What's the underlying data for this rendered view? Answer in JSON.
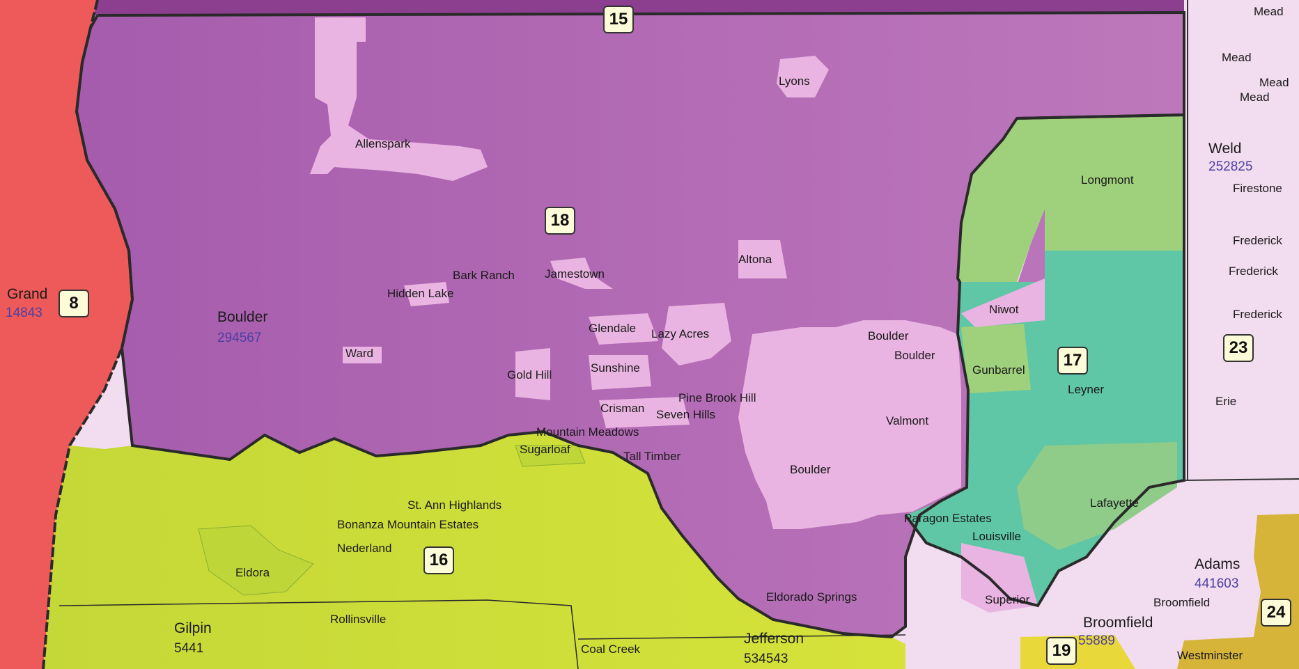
{
  "districts": [
    {
      "id": "d15",
      "num": "15"
    },
    {
      "id": "d18",
      "num": "18"
    },
    {
      "id": "d8",
      "num": "8"
    },
    {
      "id": "d17",
      "num": "17"
    },
    {
      "id": "d23",
      "num": "23"
    },
    {
      "id": "d16",
      "num": "16"
    },
    {
      "id": "d24",
      "num": "24"
    },
    {
      "id": "d19",
      "num": "19"
    }
  ],
  "counties": [
    {
      "id": "grand",
      "name": "Grand",
      "population": "14843"
    },
    {
      "id": "boulder",
      "name": "Boulder",
      "population": "294567"
    },
    {
      "id": "weld",
      "name": "Weld",
      "population": "252825"
    },
    {
      "id": "adams",
      "name": "Adams",
      "population": "441603"
    },
    {
      "id": "broomfield",
      "name": "Broomfield",
      "population": "55889"
    },
    {
      "id": "gilpin",
      "name": "Gilpin",
      "population": "5441"
    },
    {
      "id": "jefferson",
      "name": "Jefferson",
      "population": "534543"
    }
  ],
  "places": [
    "Mead",
    "Mead",
    "Mead",
    "Mead",
    "Lyons",
    "Allenspark",
    "Firestone",
    "Longmont",
    "Frederick",
    "Frederick",
    "Frederick",
    "Altona",
    "Bark Ranch",
    "Jamestown",
    "Hidden Lake",
    "Niwot",
    "Glendale",
    "Lazy Acres",
    "Boulder",
    "Boulder",
    "Ward",
    "Gunbarrel",
    "Leyner",
    "Gold Hill",
    "Sunshine",
    "Pine Brook Hill",
    "Erie",
    "Crisman",
    "Seven Hills",
    "Valmont",
    "Mountain Meadows",
    "Sugarloaf",
    "Tall Timber",
    "Boulder",
    "St. Ann Highlands",
    "Lafayette",
    "Bonanza Mountain Estates",
    "Paragon Estates",
    "Louisville",
    "Nederland",
    "Eldora",
    "Eldorado Springs",
    "Superior",
    "Broomfield",
    "Rollinsville",
    "Coal Creek",
    "Westminster"
  ],
  "colors": {
    "purple": "#b066b2",
    "pink_town": "#eab4e2",
    "red": "#ee5a5a",
    "lime": "#cadc38",
    "green": "#98cf7a",
    "teal": "#5cc4a4",
    "light_pink": "#f3dcef",
    "gold": "#d6b43a",
    "border": "#2a2a2a"
  }
}
